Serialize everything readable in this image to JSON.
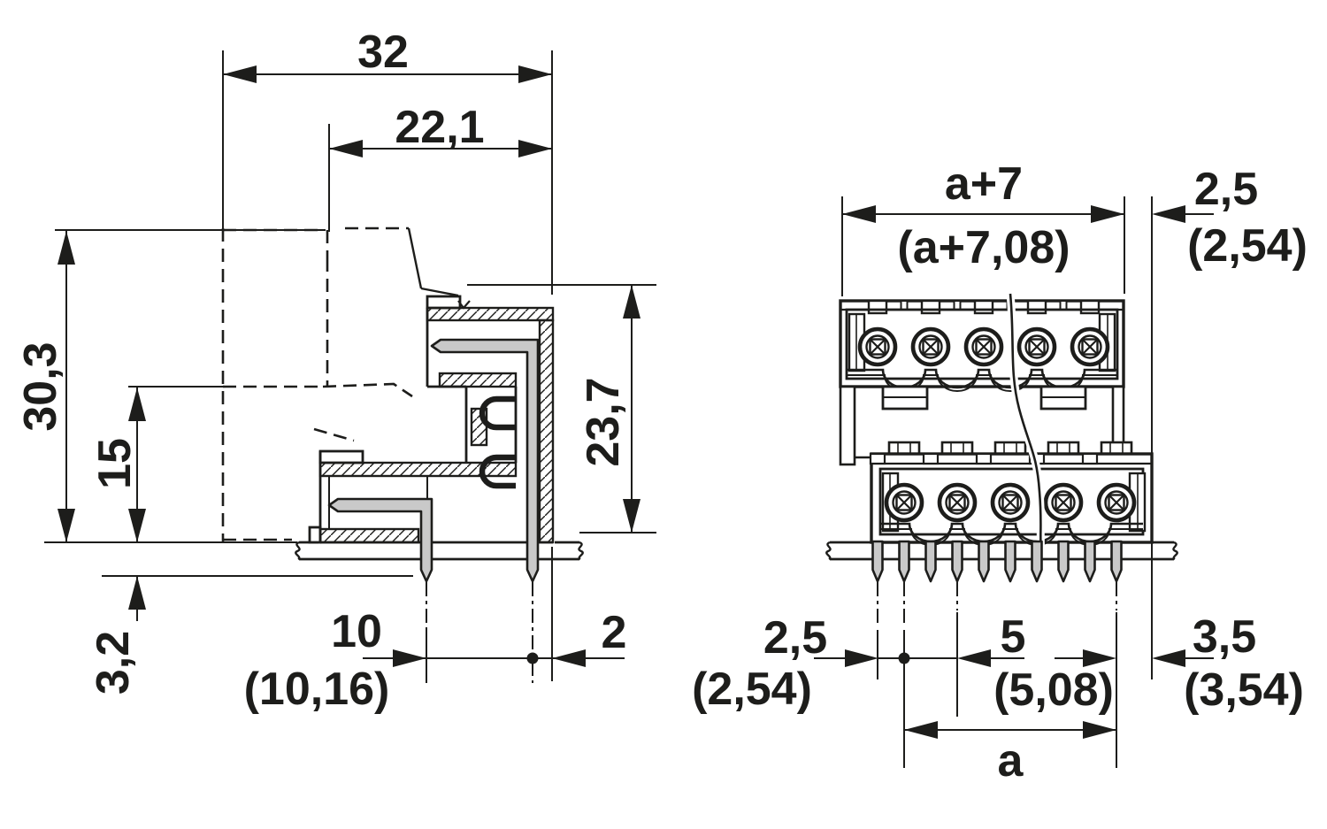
{
  "colors": {
    "line": "#1d1d1b",
    "pin_fill": "#c9c9c9",
    "background": "#ffffff"
  },
  "labels": {
    "side_view": {
      "overall_width": "32",
      "housing_width": "22,1",
      "overall_height": "30,3",
      "lower_height": "15",
      "front_height": "23,7",
      "pin_length_below_board": "3,2",
      "pin_row_spacing": "10",
      "pin_row_spacing_inch": "(10,16)",
      "pin_to_edge": "2"
    },
    "front_view": {
      "total_width": "a+7",
      "total_width_inch": "(a+7,08)",
      "edge_offset_top": "2,5",
      "edge_offset_top_inch": "(2,54)",
      "row_offset": "2,5",
      "row_offset_inch": "(2,54)",
      "pin_pitch": "5",
      "pin_pitch_inch": "(5,08)",
      "last_pin_to_edge": "3,5",
      "last_pin_to_edge_inch": "(3,54)",
      "pin_span": "a"
    }
  }
}
